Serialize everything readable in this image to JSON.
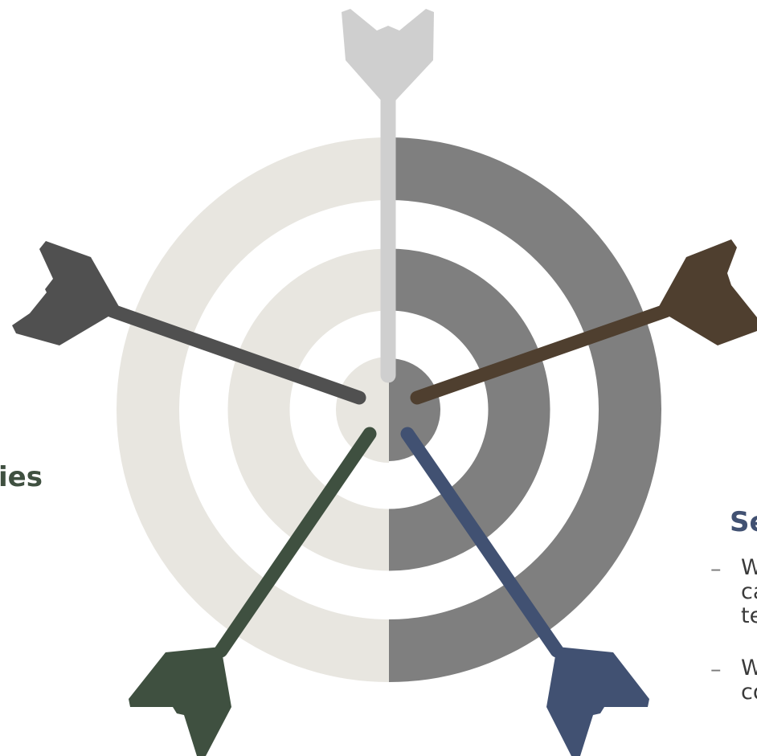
{
  "colors": {
    "left_rings": "#e8e6e0",
    "right_rings": "#7f7f7f",
    "arrow_top": "#cfcfcf",
    "arrow_left": "#505050",
    "arrow_right": "#4f3f2f",
    "arrow_bottom_left": "#3f5040",
    "arrow_bottom_right": "#415172",
    "text_left_heading": "#3f5040",
    "text_right_heading": "#415172"
  },
  "left_block": {
    "heading_fragment": "ies"
  },
  "right_block": {
    "heading_fragment": "Se",
    "bullets": [
      {
        "dash": "–",
        "lines": [
          "W",
          "ca",
          "te"
        ]
      },
      {
        "dash": "–",
        "lines": [
          "W",
          "co"
        ]
      }
    ]
  }
}
